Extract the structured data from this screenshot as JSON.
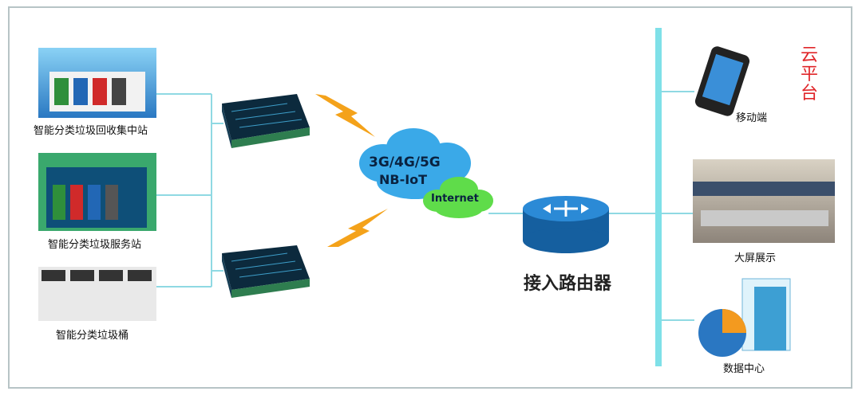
{
  "left_nodes": [
    {
      "label": "智能分类垃圾回收集中站"
    },
    {
      "label": "智能分类垃圾服务站"
    },
    {
      "label": "智能分类垃圾桶"
    }
  ],
  "network": {
    "line1": "3G/4G/5G",
    "line2": "NB-IoT",
    "internet": "Internet"
  },
  "router": {
    "label": "接入路由器"
  },
  "cloud_platform": {
    "title": "云平台"
  },
  "right_nodes": [
    {
      "label": "移动端"
    },
    {
      "label": "大屏展示"
    },
    {
      "label": "数据中心"
    }
  ],
  "colors": {
    "bus": "#7fe0e8",
    "wire": "#8fd9e3",
    "cloud_title": "#e0262a",
    "cloud_green": "#5fdc4a",
    "router_blue": "#1f78c9",
    "lightning": "#f4a21a"
  }
}
